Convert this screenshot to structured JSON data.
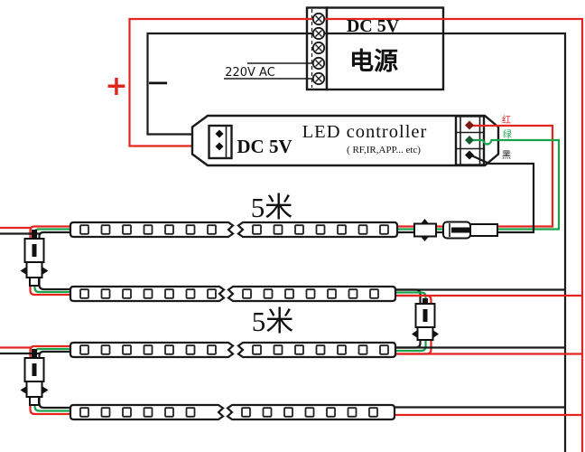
{
  "power_supply": {
    "output_label": "DC 5V",
    "device_label": "电源",
    "input_label": "220V AC",
    "terminal_count": 5
  },
  "polarity": {
    "plus": "+",
    "minus": "−"
  },
  "controller": {
    "input_label": "DC 5V",
    "title": "LED controller",
    "subtitle": "( RF,IR,APP... etc)",
    "output_wires": [
      {
        "label": "红",
        "color": "#e32520"
      },
      {
        "label": "绿",
        "color": "#18a24b"
      },
      {
        "label": "黑",
        "color": "#1a1a1a"
      }
    ]
  },
  "strips": {
    "length_label": "5米",
    "rows": 4
  },
  "colors": {
    "red": "#e32520",
    "green": "#18a24b",
    "black": "#1a1a1a"
  }
}
